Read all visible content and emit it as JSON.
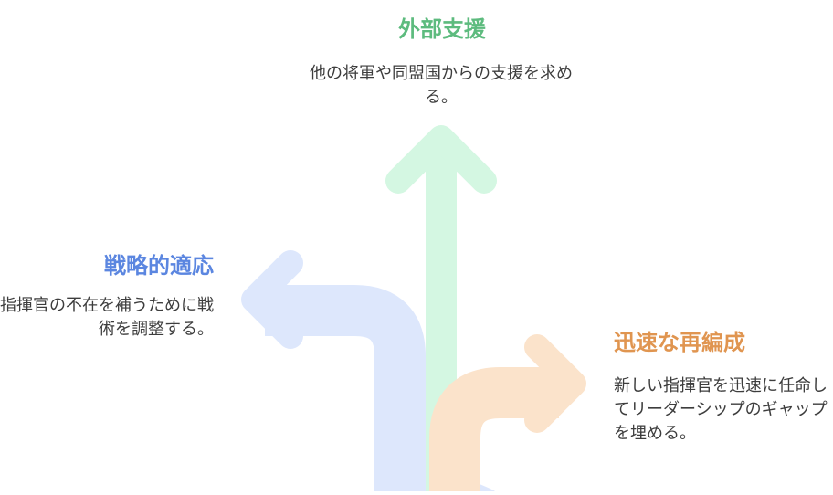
{
  "options": [
    {
      "id": "top",
      "title": "外部支援",
      "description": "他の将軍や同盟国からの支援を求める。",
      "color": "#5dbb7e",
      "arrow_color": "#d4f7e2"
    },
    {
      "id": "left",
      "title": "戦略的適応",
      "description": "指揮官の不在を補うために戦術を調整する。",
      "color": "#5b86e0",
      "arrow_color": "#dde7fc"
    },
    {
      "id": "right",
      "title": "迅速な再編成",
      "description": "新しい指揮官を迅速に任命してリーダーシップのギャップを埋める。",
      "color": "#e09550",
      "arrow_color": "#fbe3cb"
    }
  ]
}
